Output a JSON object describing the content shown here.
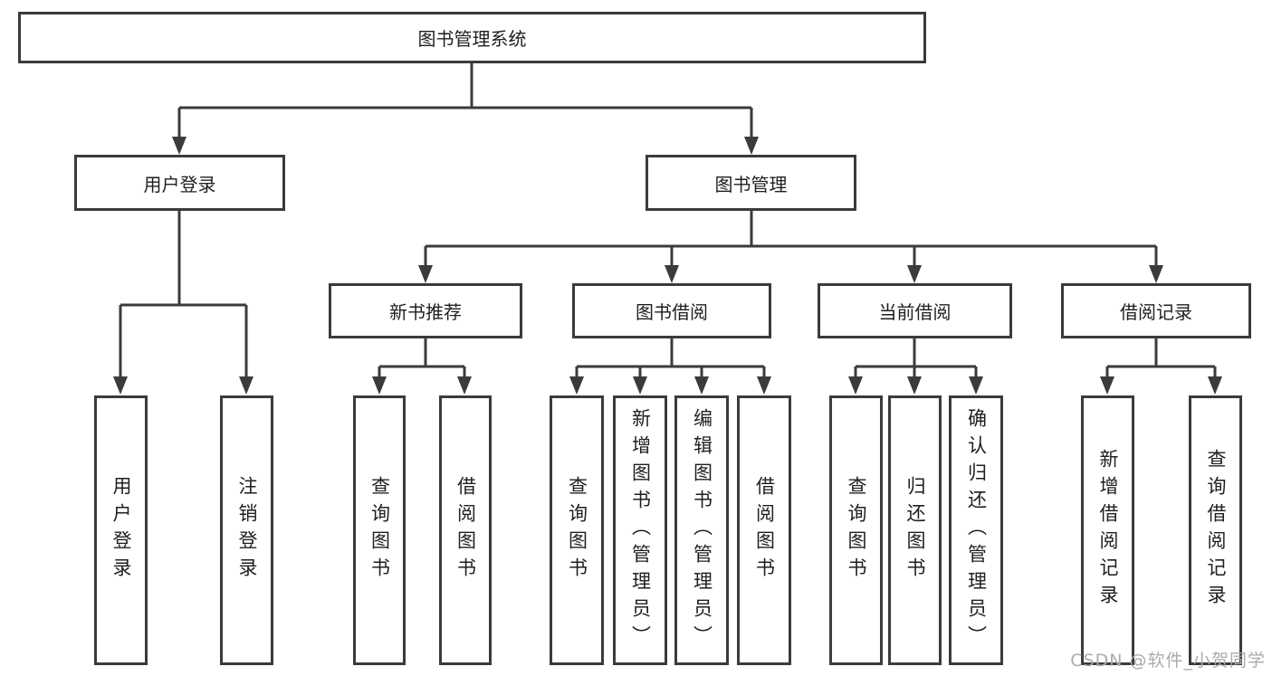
{
  "diagram": {
    "root": {
      "label": "图书管理系统"
    },
    "level2": [
      {
        "label": "用户登录"
      },
      {
        "label": "图书管理"
      }
    ],
    "level3": [
      {
        "label": "新书推荐"
      },
      {
        "label": "图书借阅"
      },
      {
        "label": "当前借阅"
      },
      {
        "label": "借阅记录"
      }
    ],
    "leaves": {
      "user_login": [
        {
          "label": "用户登录"
        },
        {
          "label": "注销登录"
        }
      ],
      "new_book_recommend": [
        {
          "label": "查询图书"
        },
        {
          "label": "借阅图书"
        }
      ],
      "book_borrow": [
        {
          "label": "查询图书"
        },
        {
          "label": "新增图书（管理员）"
        },
        {
          "label": "编辑图书（管理员）"
        },
        {
          "label": "借阅图书"
        }
      ],
      "current_borrow": [
        {
          "label": "查询图书"
        },
        {
          "label": "归还图书"
        },
        {
          "label": "确认归还（管理员）"
        }
      ],
      "borrow_record": [
        {
          "label": "新增借阅记录"
        },
        {
          "label": "查询借阅记录"
        }
      ]
    }
  },
  "watermark": {
    "text": "CSDN @软件_小贺同学"
  },
  "colors": {
    "line": "#3b3b3b",
    "text": "#1f1f1f",
    "background": "#ffffff",
    "watermark": "#ababab"
  }
}
